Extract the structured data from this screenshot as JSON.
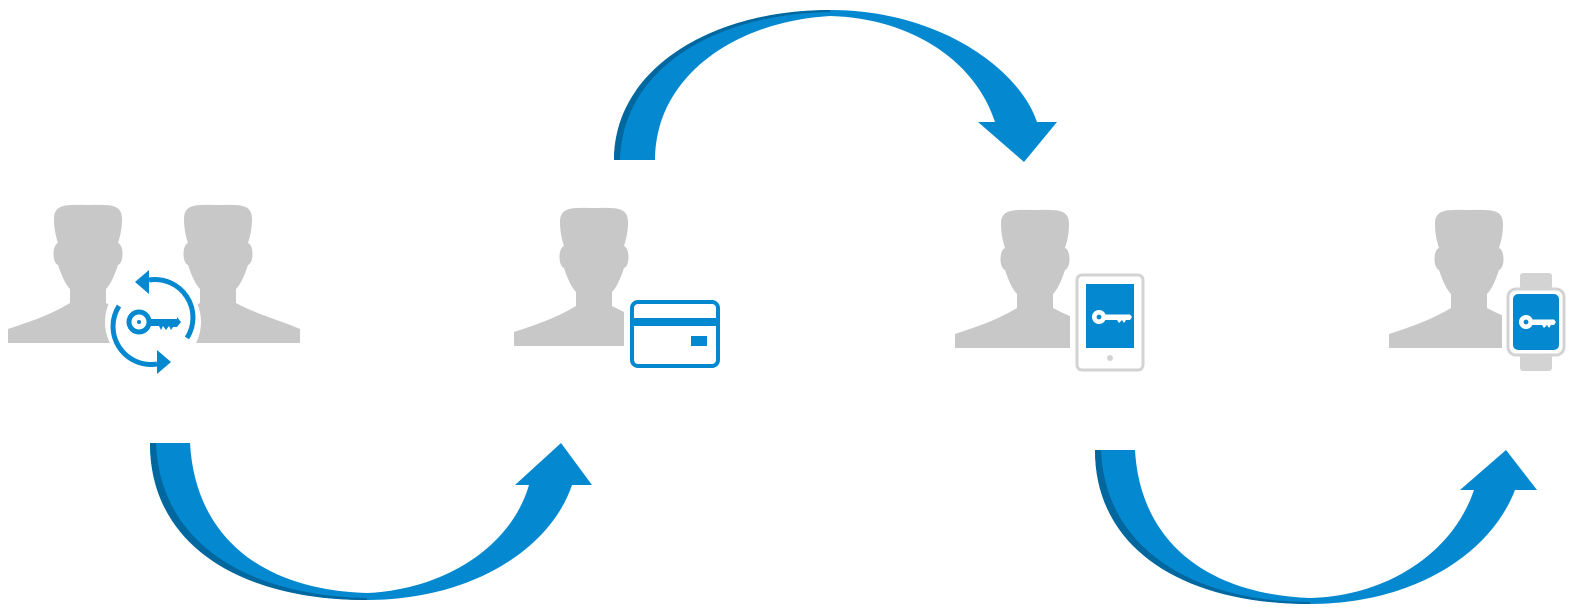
{
  "diagram": {
    "colors": {
      "person": "#c8c8c8",
      "accent": "#0488cf",
      "accent_dark": "#00679f",
      "device_frame": "#d3d3d3",
      "background": "#ffffff"
    },
    "stages": [
      {
        "id": "key-exchange",
        "persons": 2,
        "icon": "key-exchange-icon"
      },
      {
        "id": "card",
        "persons": 1,
        "icon": "card-icon"
      },
      {
        "id": "tablet",
        "persons": 1,
        "icon": "tablet-key-icon"
      },
      {
        "id": "watch",
        "persons": 1,
        "icon": "watch-key-icon"
      }
    ],
    "arrows": [
      {
        "from": "key-exchange",
        "to": "card",
        "side": "below"
      },
      {
        "from": "card",
        "to": "tablet",
        "side": "above"
      },
      {
        "from": "tablet",
        "to": "watch",
        "side": "below"
      }
    ]
  }
}
